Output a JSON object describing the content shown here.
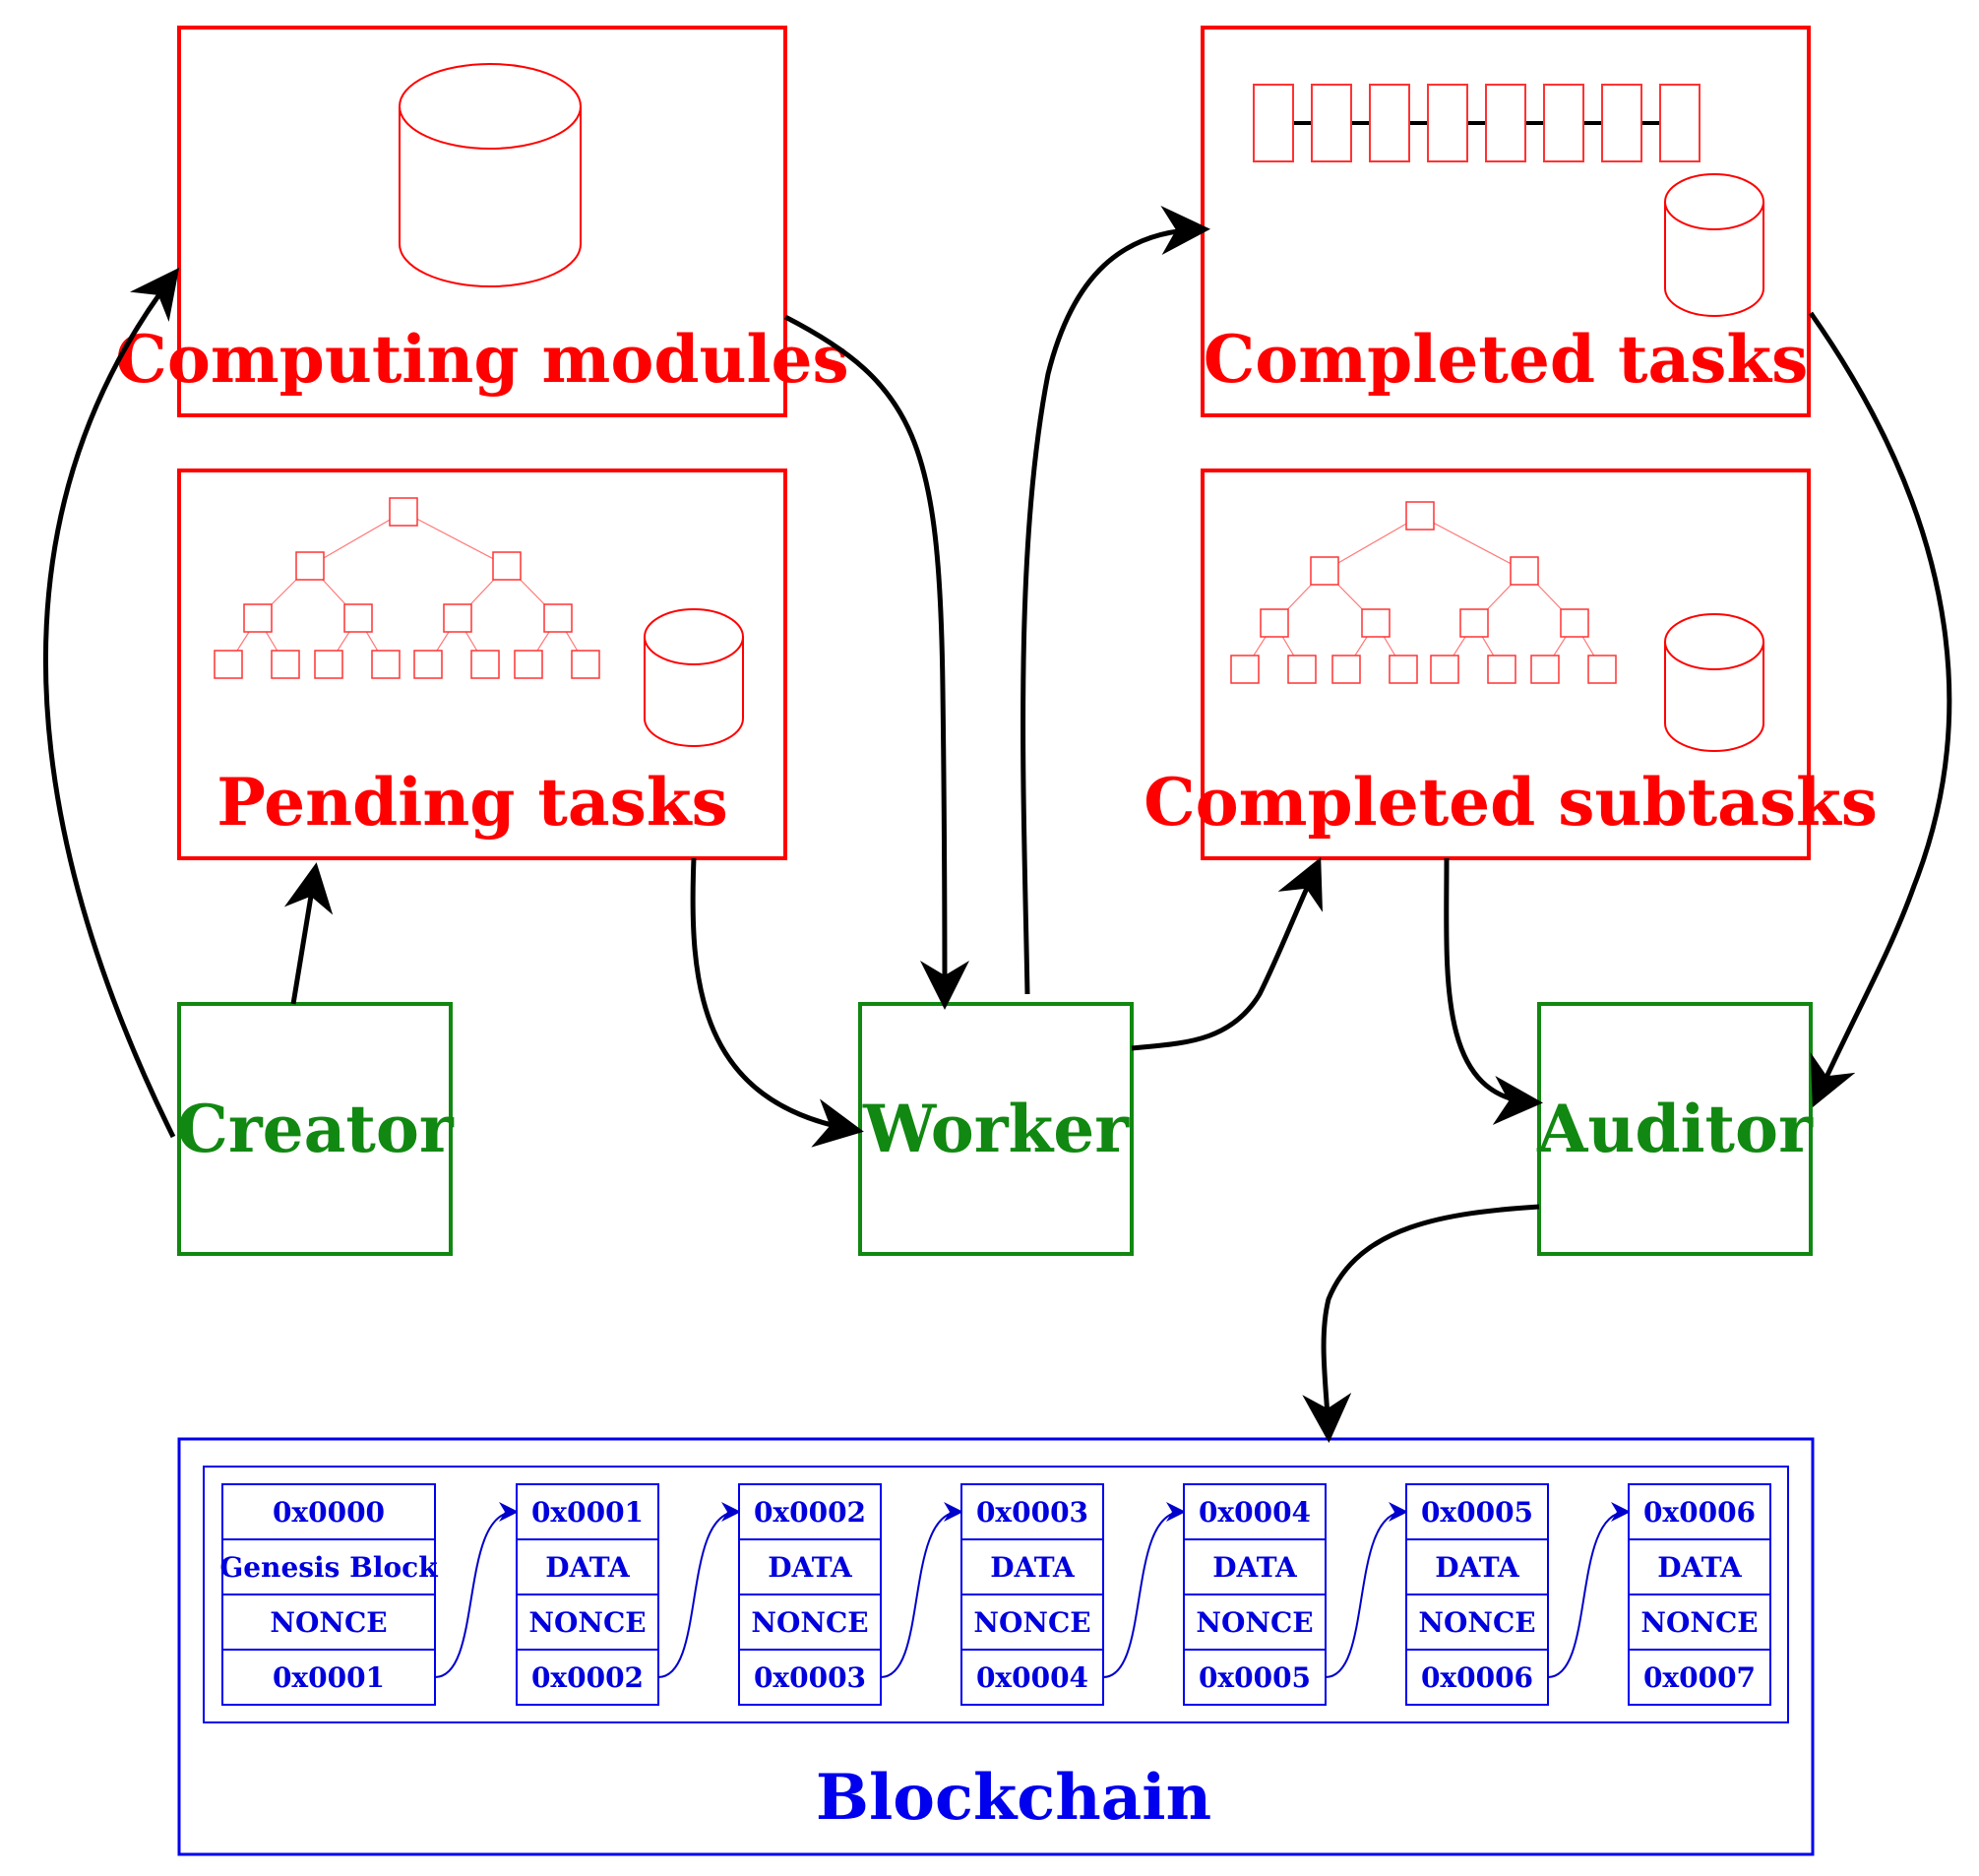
{
  "nodes": {
    "computing_modules": "Computing modules",
    "pending_tasks": "Pending tasks",
    "completed_tasks": "Completed tasks",
    "completed_subtasks": "Completed subtasks",
    "creator": "Creator",
    "worker": "Worker",
    "auditor": "Auditor",
    "blockchain": "Blockchain"
  },
  "blocks": [
    {
      "hash": "0x0000",
      "data": "Genesis Block",
      "nonce": "NONCE",
      "next": "0x0001"
    },
    {
      "hash": "0x0001",
      "data": "DATA",
      "nonce": "NONCE",
      "next": "0x0002"
    },
    {
      "hash": "0x0002",
      "data": "DATA",
      "nonce": "NONCE",
      "next": "0x0003"
    },
    {
      "hash": "0x0003",
      "data": "DATA",
      "nonce": "NONCE",
      "next": "0x0004"
    },
    {
      "hash": "0x0004",
      "data": "DATA",
      "nonce": "NONCE",
      "next": "0x0005"
    },
    {
      "hash": "0x0005",
      "data": "DATA",
      "nonce": "NONCE",
      "next": "0x0006"
    },
    {
      "hash": "0x0006",
      "data": "DATA",
      "nonce": "NONCE",
      "next": "0x0007"
    }
  ],
  "colors": {
    "storage": "#ff0000",
    "actor": "#118811",
    "chain": "#0000ee",
    "arrow": "#000000"
  }
}
